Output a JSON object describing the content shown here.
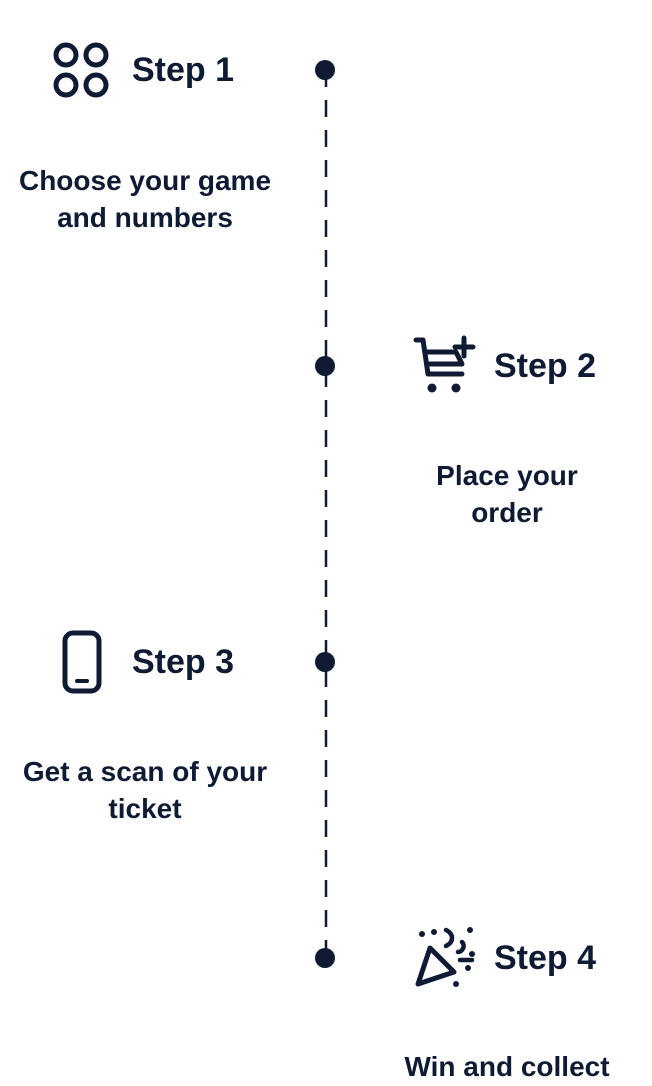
{
  "colors": {
    "ink": "#0f1a33",
    "background": "#ffffff"
  },
  "steps": [
    {
      "title": "Step 1",
      "description_line1": "Choose your game",
      "description_line2": "and numbers",
      "icon": "four-circles-icon"
    },
    {
      "title": "Step 2",
      "description_line1": "Place your",
      "description_line2": "order",
      "icon": "cart-plus-icon"
    },
    {
      "title": "Step 3",
      "description_line1": "Get a scan of your",
      "description_line2": "ticket",
      "icon": "smartphone-icon"
    },
    {
      "title": "Step 4",
      "description_line1": "Win and collect",
      "description_line2": "",
      "icon": "party-popper-icon"
    }
  ]
}
